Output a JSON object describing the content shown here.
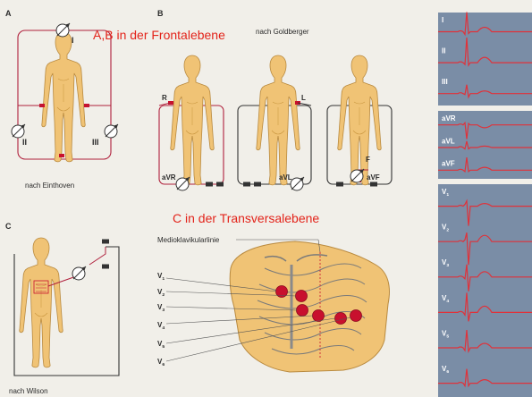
{
  "colors": {
    "background": "#f1efe9",
    "skin": "#f0c375",
    "skin_outline": "#b98a3f",
    "circuit": "#b0203c",
    "wire_dark": "#333333",
    "title_red": "#e3241b",
    "ecg_panel": "#7a8da6",
    "ecg_trace": "#e0323a",
    "electrode": "#c8102e"
  },
  "panels": {
    "a": {
      "letter": "A",
      "lead_i": "I",
      "lead_ii": "II",
      "lead_iii": "III",
      "caption": "nach Einthoven"
    },
    "b": {
      "letter": "B",
      "caption": "nach Goldberger",
      "label_r": "R",
      "label_l": "L",
      "label_f": "F",
      "lead_avr": "aVR",
      "lead_avl": "aVL",
      "lead_avf": "aVF"
    },
    "c": {
      "letter": "C",
      "caption": "nach Wilson",
      "medioclavicular": "Medioklavikularlinie"
    }
  },
  "titles": {
    "frontal": "A,B in der Frontalebene",
    "transversal": "C in der Transversalebene"
  },
  "precordial": {
    "labels": [
      {
        "main": "V",
        "sub": "1"
      },
      {
        "main": "V",
        "sub": "2"
      },
      {
        "main": "V",
        "sub": "3"
      },
      {
        "main": "V",
        "sub": "4"
      },
      {
        "main": "V",
        "sub": "5"
      },
      {
        "main": "V",
        "sub": "6"
      }
    ]
  },
  "ecg": {
    "leads": [
      {
        "main": "I",
        "sub": ""
      },
      {
        "main": "II",
        "sub": ""
      },
      {
        "main": "III",
        "sub": ""
      },
      {
        "main": "aVR",
        "sub": ""
      },
      {
        "main": "aVL",
        "sub": ""
      },
      {
        "main": "aVF",
        "sub": ""
      },
      {
        "main": "V",
        "sub": "1"
      },
      {
        "main": "V",
        "sub": "2"
      },
      {
        "main": "V",
        "sub": "3"
      },
      {
        "main": "V",
        "sub": "4"
      },
      {
        "main": "V",
        "sub": "5"
      },
      {
        "main": "V",
        "sub": "6"
      }
    ]
  }
}
